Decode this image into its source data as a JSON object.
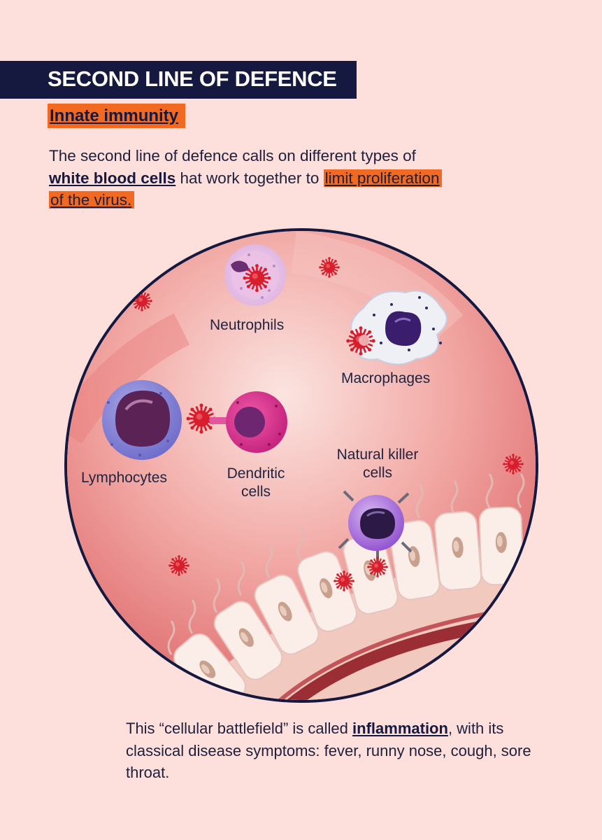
{
  "header": {
    "title": "SECOND LINE OF DEFENCE",
    "subtitle": "Innate immunity"
  },
  "intro": {
    "part1": "The second line of defence calls on different types of",
    "bold": "white blood cells",
    "part2": " hat work together to ",
    "highlight_line1": "limit proliferation",
    "highlight_line2": "of the virus."
  },
  "diagram": {
    "labels": {
      "neutrophils": "Neutrophils",
      "macrophages": "Macrophages",
      "lymphocytes": "Lymphocytes",
      "dendritic_line1": "Dendritic",
      "dendritic_line2": "cells",
      "nk_line1": "Natural killer",
      "nk_line2": "cells"
    }
  },
  "footer": {
    "part1": "This “cellular battlefield” is called ",
    "bold": "inflammation",
    "part2": ", with its classical disease symptoms: fever, runny nose, cough, sore throat."
  },
  "colors": {
    "background": "#fde0dc",
    "navy": "#15183f",
    "orange": "#f26a21",
    "virus_red": "#d81e2c"
  }
}
